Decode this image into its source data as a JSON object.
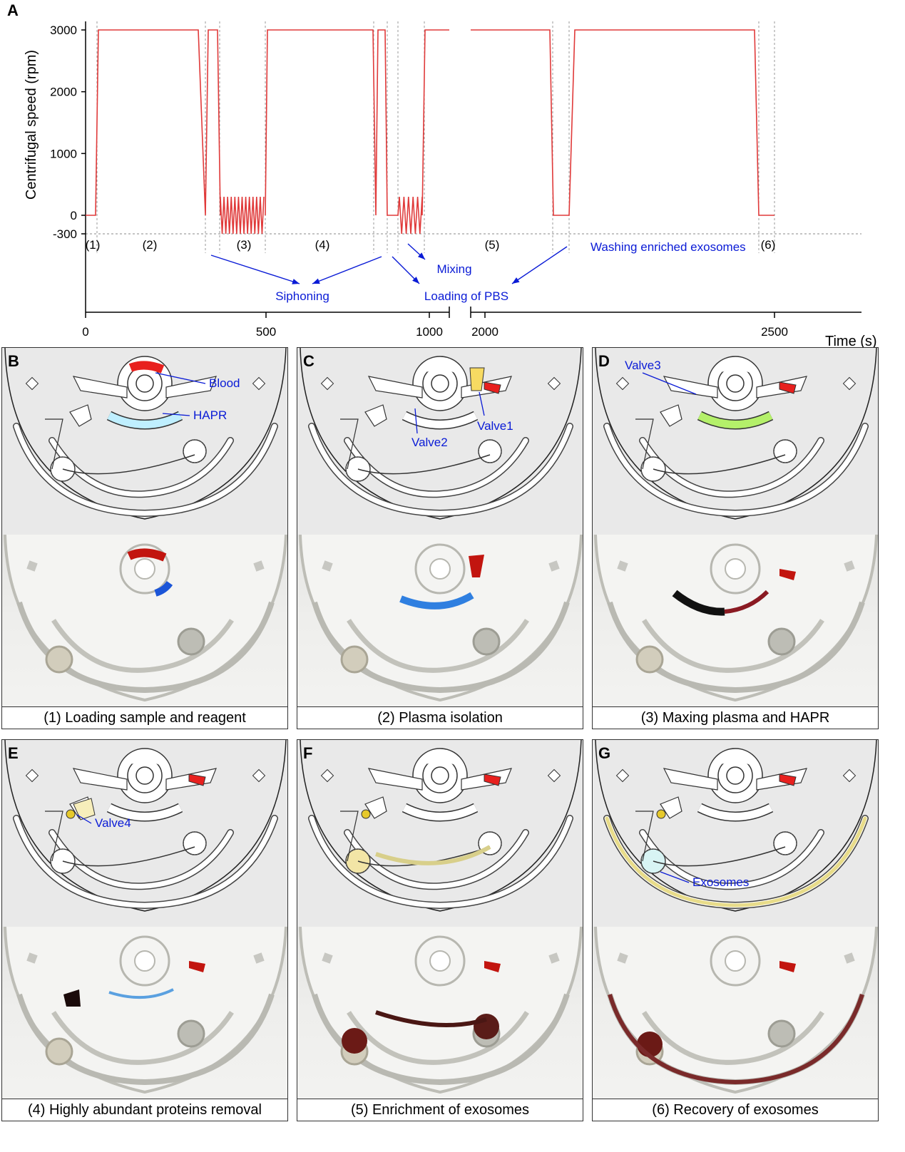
{
  "figure_label": "A",
  "chart_data": {
    "type": "line",
    "ylabel": "Centrifugal speed (rpm)",
    "xlabel": "Time (s)",
    "yticks": [
      "3000",
      "2000",
      "1000",
      "0",
      "-300"
    ],
    "xticks": [
      "0",
      "500",
      "1000",
      "2000",
      "2500"
    ],
    "xlim_left": [
      0,
      1050
    ],
    "xlim_right": [
      1950,
      2600
    ],
    "x_axis_break": "between 1000 and 2000",
    "line_color": "#e03a3a",
    "annotation_color": "#0a1bd6",
    "stages": [
      "(1)",
      "(2)",
      "(3)",
      "(4)",
      "(5)",
      "(6)"
    ],
    "annotations": [
      "Siphoning",
      "Mixing",
      "Loading of PBS",
      "Washing enriched exosomes"
    ],
    "series": [
      {
        "x": [
          0,
          20,
          35,
          325,
          345,
          355,
          385,
          395,
          490,
          500,
          800,
          815,
          830,
          845,
          860,
          885,
          905,
          930,
          940,
          1000,
          2010,
          2040,
          2050,
          2080,
          2090,
          2510,
          2520,
          2545
        ],
        "y": [
          0,
          0,
          3000,
          3000,
          0,
          3000,
          3000,
          0,
          0,
          3000,
          3000,
          0,
          3000,
          3000,
          0,
          0,
          0,
          0,
          3000,
          3000,
          3000,
          3000,
          0,
          0,
          3000,
          3000,
          0,
          0
        ]
      }
    ],
    "oscillations": [
      {
        "from": 385,
        "to": 495,
        "min": -300,
        "max": 300,
        "cycles": 12
      },
      {
        "from": 895,
        "to": 935,
        "min": -300,
        "max": 300,
        "cycles": 5
      }
    ]
  },
  "panels": [
    {
      "letter": "B",
      "caption": "(1) Loading sample and reagent",
      "annotations": [
        "Blood",
        "HAPR"
      ]
    },
    {
      "letter": "C",
      "caption": "(2) Plasma isolation",
      "annotations": [
        "Valve1",
        "Valve2"
      ]
    },
    {
      "letter": "D",
      "caption": "(3) Maxing plasma and HAPR",
      "annotations": [
        "Valve3"
      ]
    },
    {
      "letter": "E",
      "caption": "(4) Highly abundant proteins removal",
      "annotations": [
        "Valve4"
      ]
    },
    {
      "letter": "F",
      "caption": "(5) Enrichment of exosomes",
      "annotations": []
    },
    {
      "letter": "G",
      "caption": "(6) Recovery of exosomes",
      "annotations": [
        "Exosomes"
      ]
    }
  ]
}
